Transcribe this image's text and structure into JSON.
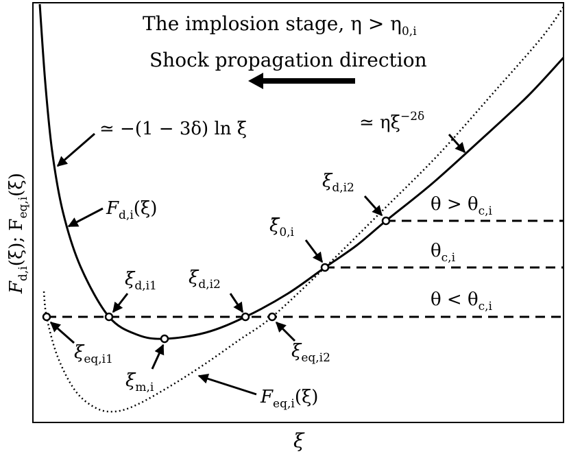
{
  "title": {
    "line1": "The implosion stage, η > η",
    "line1_sub": "0,i",
    "line2": "Shock propagation direction"
  },
  "axes": {
    "xlabel": "ξ",
    "ylabel_main": "F",
    "ylabel_sub1": "d,i",
    "ylabel_mid": "(ξ);  F",
    "ylabel_sub2": "eq,i",
    "ylabel_end": "(ξ)"
  },
  "annotations": {
    "left_asymptote": "≃ −(1 − 3δ) ln ξ",
    "right_asymptote_base": "≃ ηξ",
    "right_asymptote_exp": "−2δ",
    "fd_name": "F",
    "fd_sub": "d,i",
    "fd_arg": "(ξ)",
    "feq_name": "F",
    "feq_sub": "eq,i",
    "feq_arg": "(ξ)",
    "xi_d_i1": "ξ",
    "xi_d_i1_sub": "d,i1",
    "xi_d_i2_low": "ξ",
    "xi_d_i2_low_sub": "d,i2",
    "xi_d_i2_high": "ξ",
    "xi_d_i2_high_sub": "d,i2",
    "xi_eq_i1": "ξ",
    "xi_eq_i1_sub": "eq,i1",
    "xi_eq_i2": "ξ",
    "xi_eq_i2_sub": "eq,i2",
    "xi_m_i": "ξ",
    "xi_m_i_sub": "m,i",
    "xi0_i": "ξ̄",
    "xi0_i_sub": "0,i"
  },
  "levels": {
    "gt": "θ > θ",
    "gt_sub": "c,i",
    "eq": "θ",
    "eq_sub": "c,i",
    "lt": "θ < θ",
    "lt_sub": "c,i"
  },
  "colors": {
    "ink": "#000000",
    "background": "#ffffff"
  }
}
